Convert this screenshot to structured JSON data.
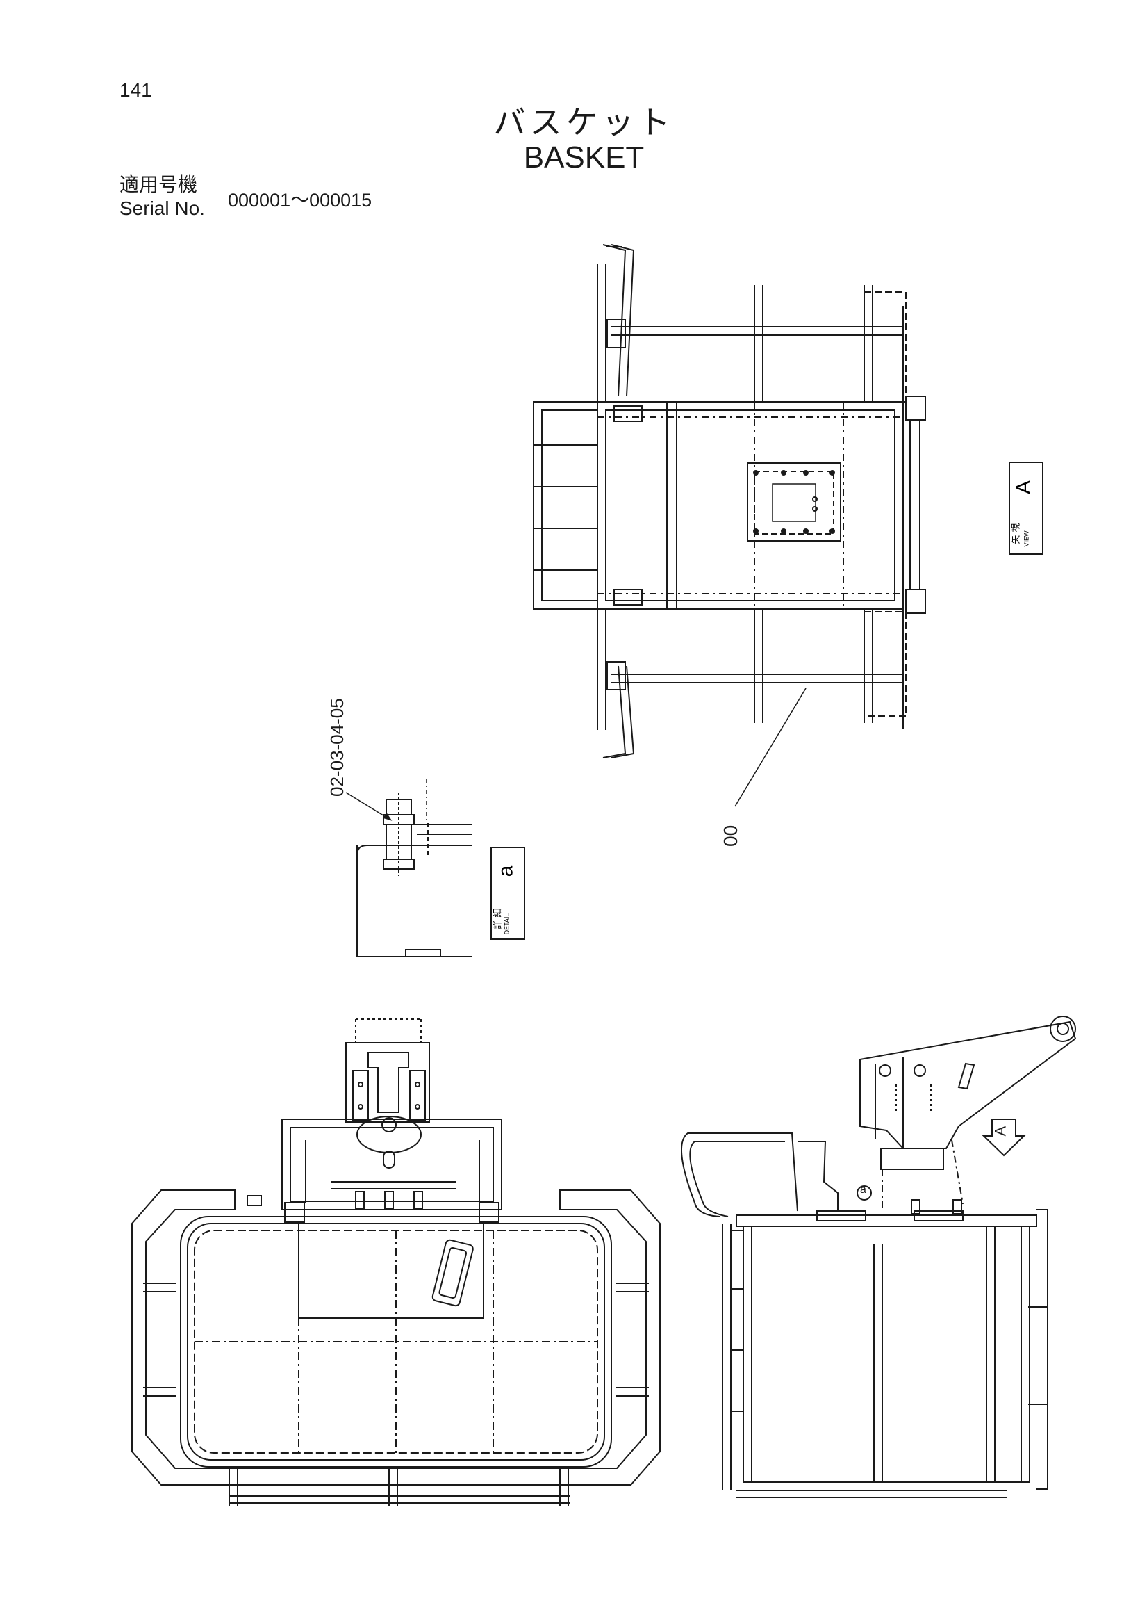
{
  "header": {
    "page_number": "141",
    "title_jp": "バスケット",
    "title_en": "BASKET",
    "serial_label_jp": "適用号機",
    "serial_label_en": "Serial No.",
    "serial_range": "000001～000015"
  },
  "callouts": {
    "part_bolt": "02-03-04-05",
    "part_basket": "00"
  },
  "view_tag": {
    "jp": "矢 視",
    "en": "VIEW",
    "letter": "A"
  },
  "detail_tag": {
    "jp": "詳 細",
    "en": "DETAIL",
    "letter": "a"
  },
  "side_view": {
    "arrow_letter": "A",
    "detail_marker": "a"
  },
  "colors": {
    "ink": "#1a1a1a",
    "paper": "#ffffff"
  }
}
